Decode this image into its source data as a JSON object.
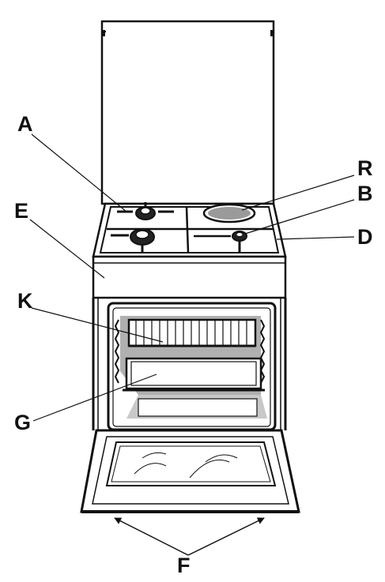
{
  "labels": {
    "A": "A",
    "R": "R",
    "B": "B",
    "E": "E",
    "D": "D",
    "K": "K",
    "G": "G",
    "F": "F"
  },
  "colors": {
    "line": "#111111",
    "shadow": "#9a9a9a",
    "hotplate": "#9a9a9a",
    "background": "#ffffff"
  }
}
